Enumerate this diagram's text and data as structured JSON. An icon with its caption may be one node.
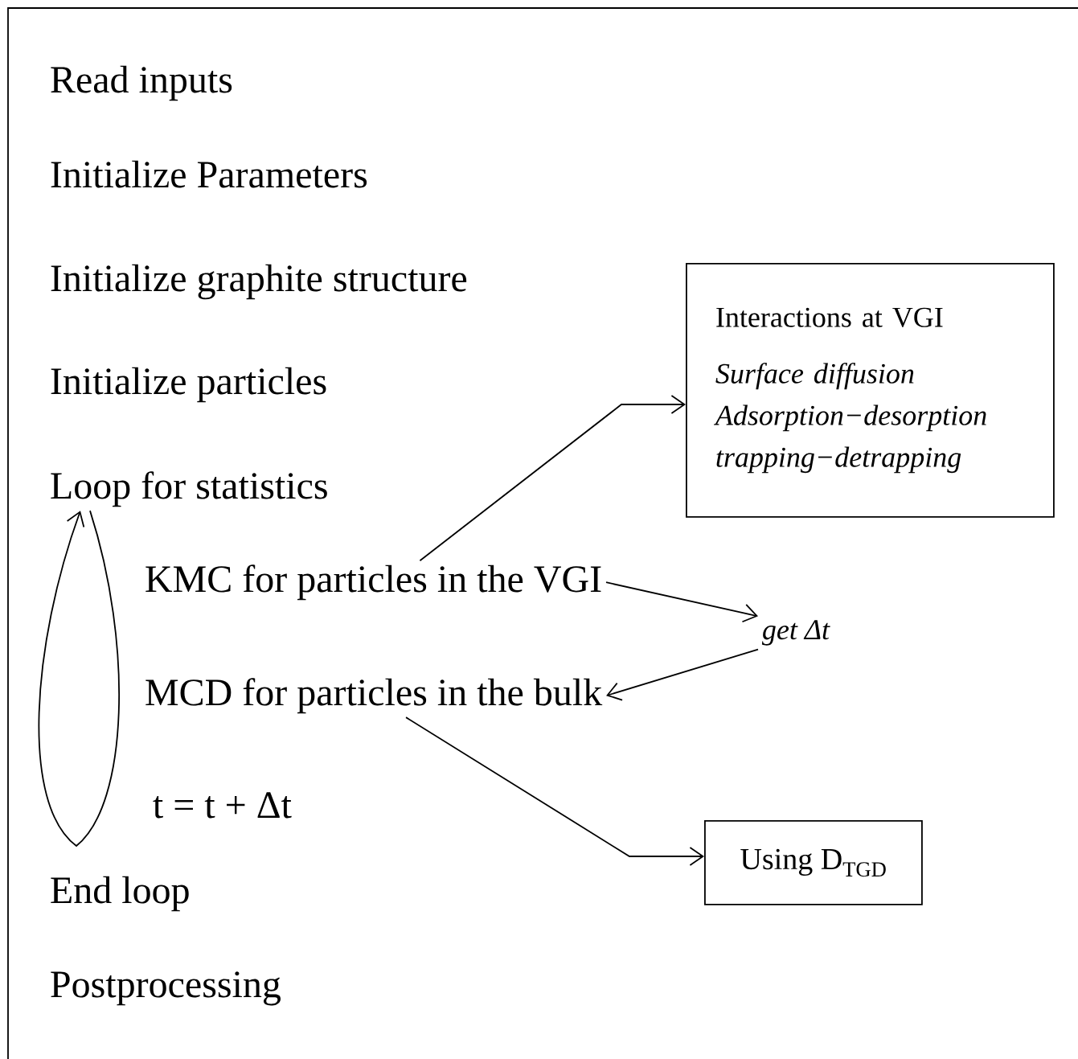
{
  "diagram": {
    "nodes": [
      {
        "text": [
          "Read inputs"
        ]
      },
      {
        "text": [
          "Initialize Parameters"
        ]
      },
      {
        "text": [
          "Initialize graphite structure"
        ]
      },
      {
        "text": [
          "Initialize particles"
        ]
      },
      {
        "text": [
          "Loop for statistics"
        ]
      },
      {
        "text": [
          "KMC for particles in the VGI"
        ]
      },
      {
        "text": [
          "MCD for particles in the bulk"
        ]
      },
      {
        "text": [
          "t = t +  Δt"
        ]
      },
      {
        "text": [
          "End loop"
        ]
      },
      {
        "text": [
          "Postprocessing"
        ]
      },
      {
        "text": [
          "Interactions at VGI",
          "Surface diffusion",
          "Adsorption−desorption",
          "trapping−detrapping"
        ]
      },
      {
        "text": [
          "get  Δt"
        ]
      },
      {
        "text": [
          "Using  D$_{TGD}$"
        ]
      }
    ],
    "edges": [
      {
        "from": 4,
        "to": 4,
        "arrow": "to"
      },
      {
        "from": 5,
        "to": 10,
        "arrow": "to"
      },
      {
        "from": 5,
        "to": 11,
        "arrow": "to"
      },
      {
        "from": 11,
        "to": 6,
        "arrow": "to"
      },
      {
        "from": 6,
        "to": 12,
        "arrow": "to"
      }
    ]
  }
}
